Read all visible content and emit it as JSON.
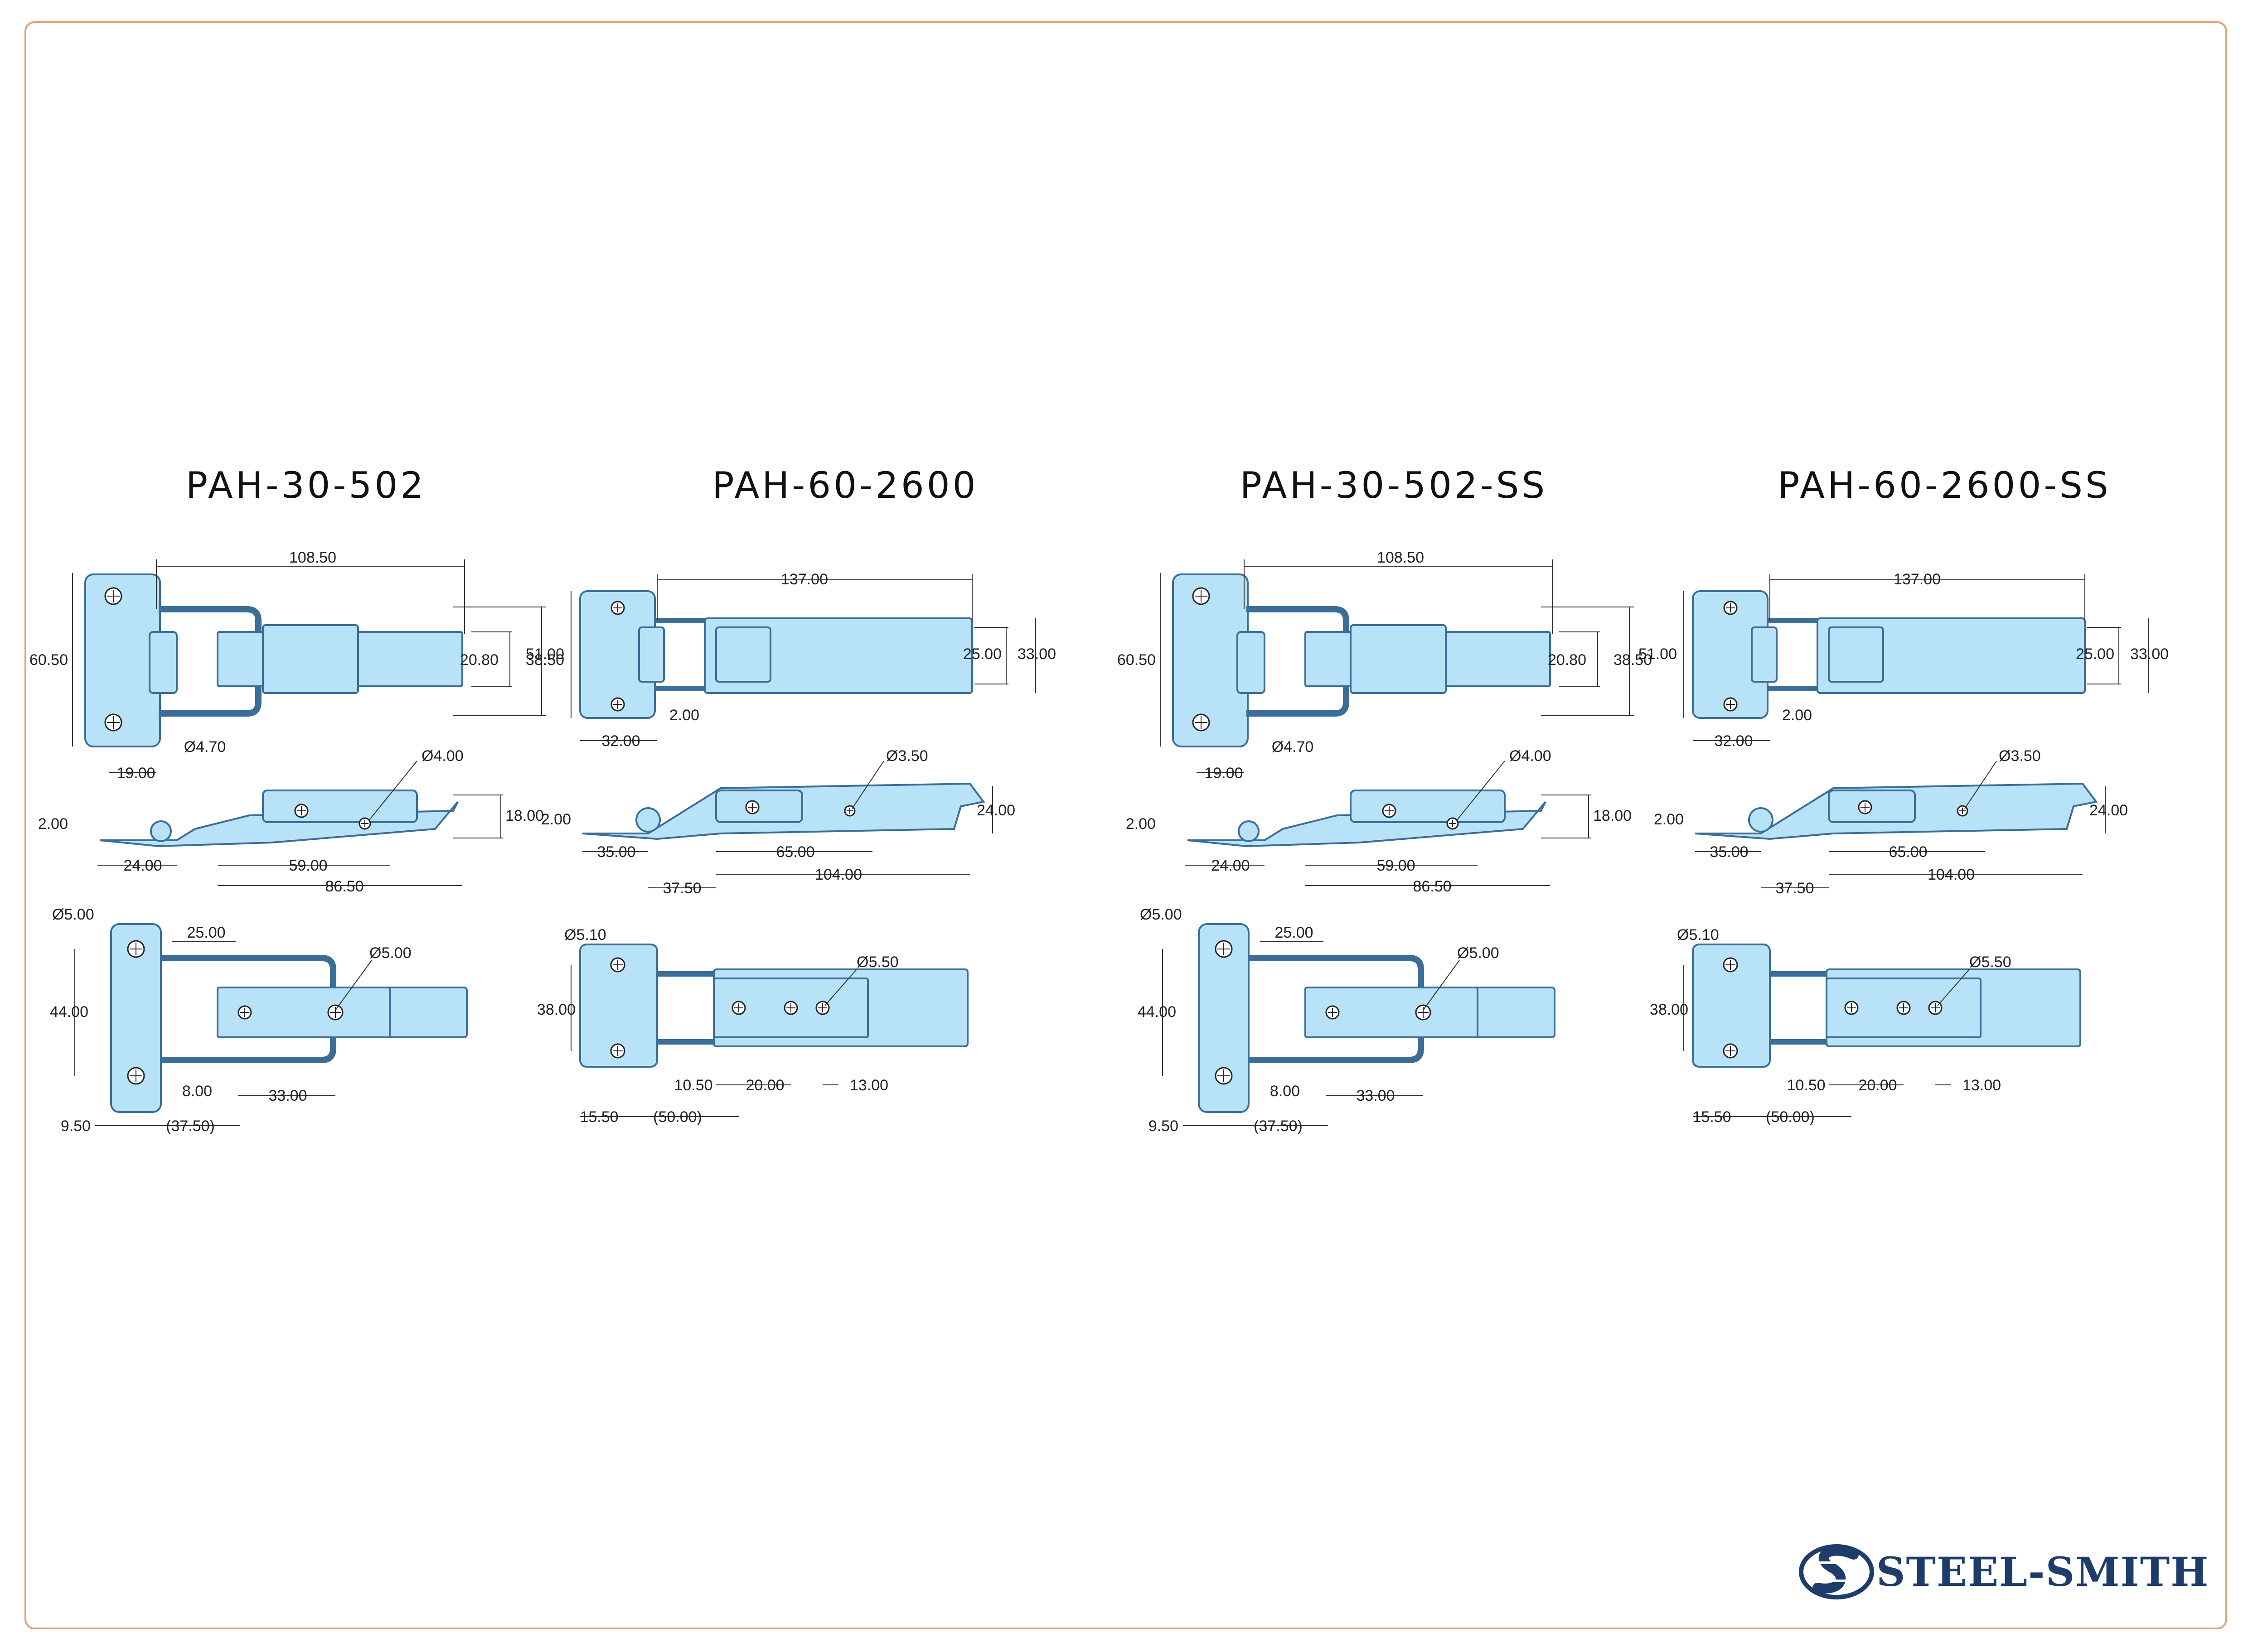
{
  "brand": {
    "name": "STEEL-SMITH",
    "color": "#1d3c6b",
    "frame_color": "#e0a07a",
    "part_fill": "#b8e2f8",
    "part_stroke": "#3b6d96"
  },
  "models": [
    {
      "title": "PAH-30-502",
      "top": [
        "108.50",
        "60.50",
        "20.80",
        "38.50",
        "Ø4.70",
        "19.00"
      ],
      "side": [
        "Ø4.00",
        "18.00",
        "2.00",
        "24.00",
        "59.00",
        "86.50"
      ],
      "bottom": [
        "Ø5.00",
        "25.00",
        "Ø5.00",
        "44.00",
        "8.00",
        "33.00",
        "9.50",
        "(37.50)"
      ]
    },
    {
      "title": "PAH-60-2600",
      "top": [
        "137.00",
        "51.00",
        "25.00",
        "33.00",
        "2.00",
        "32.00"
      ],
      "side": [
        "Ø3.50",
        "24.00",
        "2.00",
        "35.00",
        "65.00",
        "37.50",
        "104.00"
      ],
      "bottom": [
        "Ø5.10",
        "Ø5.50",
        "38.00",
        "10.50",
        "20.00",
        "13.00",
        "15.50",
        "(50.00)"
      ]
    },
    {
      "title": "PAH-30-502-SS",
      "top": [
        "108.50",
        "60.50",
        "20.80",
        "38.50",
        "Ø4.70",
        "19.00"
      ],
      "side": [
        "Ø4.00",
        "18.00",
        "2.00",
        "24.00",
        "59.00",
        "86.50"
      ],
      "bottom": [
        "Ø5.00",
        "25.00",
        "Ø5.00",
        "44.00",
        "8.00",
        "33.00",
        "9.50",
        "(37.50)"
      ]
    },
    {
      "title": "PAH-60-2600-SS",
      "top": [
        "137.00",
        "51.00",
        "25.00",
        "33.00",
        "2.00",
        "32.00"
      ],
      "side": [
        "Ø3.50",
        "24.00",
        "2.00",
        "35.00",
        "65.00",
        "37.50",
        "104.00"
      ],
      "bottom": [
        "Ø5.10",
        "Ø5.50",
        "38.00",
        "10.50",
        "20.00",
        "13.00",
        "15.50",
        "(50.00)"
      ]
    }
  ]
}
